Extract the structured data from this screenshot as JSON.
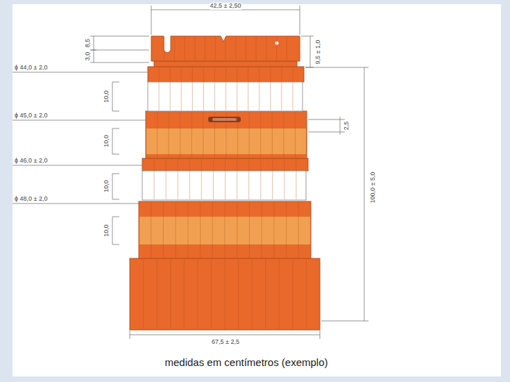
{
  "diagram": {
    "caption": "medidas em centímetros (exemplo)",
    "labels": [
      "42,5 ± 2,50",
      "8,5",
      "3,0",
      "9,5 ± 1,0",
      "ϕ 44,0 ± 2,0",
      "10,0",
      "ϕ 45,0 ± 2,0",
      "2,5",
      "10,0",
      "ϕ 46,0 ± 2,0",
      "10,0",
      "100,0 ± 5,0",
      "ϕ 48,0 ± 2,0",
      "10,0",
      "67,5 ± 2,5"
    ]
  }
}
